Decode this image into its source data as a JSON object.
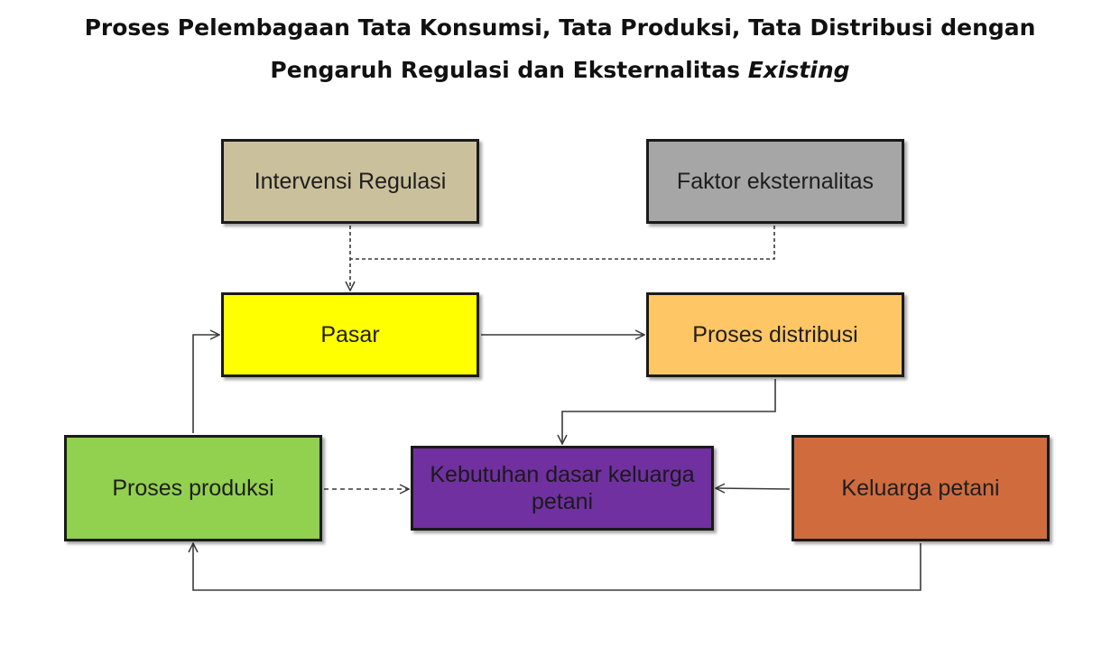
{
  "title": {
    "line1": "Proses Pelembagaan Tata Konsumsi, Tata Produksi, Tata Distribusi dengan",
    "line2_prefix": "Pengaruh Regulasi dan Eksternalitas ",
    "line2_emph": "Existing"
  },
  "nodes": {
    "intervensi_regulasi": {
      "label": "Intervensi Regulasi",
      "color": "#cbc09c"
    },
    "faktor_eksternalitas": {
      "label": "Faktor eksternalitas",
      "color": "#a6a6a6"
    },
    "pasar": {
      "label": "Pasar",
      "color": "#ffff00"
    },
    "proses_distribusi": {
      "label": "Proses distribusi",
      "color": "#ffc666"
    },
    "proses_produksi": {
      "label": "Proses produksi",
      "color": "#92d050"
    },
    "kebutuhan_dasar": {
      "label": "Kebutuhan dasar keluarga petani",
      "color": "#7030a0"
    },
    "keluarga_petani": {
      "label": "Keluarga petani",
      "color": "#d06b3e"
    }
  },
  "edges": [
    {
      "from": "intervensi_regulasi",
      "to": "pasar",
      "style": "dashed"
    },
    {
      "from": "faktor_eksternalitas",
      "to": "pasar",
      "style": "dashed"
    },
    {
      "from": "pasar",
      "to": "proses_distribusi",
      "style": "solid"
    },
    {
      "from": "proses_distribusi",
      "to": "kebutuhan_dasar",
      "style": "solid"
    },
    {
      "from": "keluarga_petani",
      "to": "kebutuhan_dasar",
      "style": "solid"
    },
    {
      "from": "proses_produksi",
      "to": "kebutuhan_dasar",
      "style": "dashed"
    },
    {
      "from": "proses_produksi",
      "to": "pasar",
      "style": "solid"
    },
    {
      "from": "keluarga_petani",
      "to": "proses_produksi",
      "style": "solid"
    }
  ]
}
